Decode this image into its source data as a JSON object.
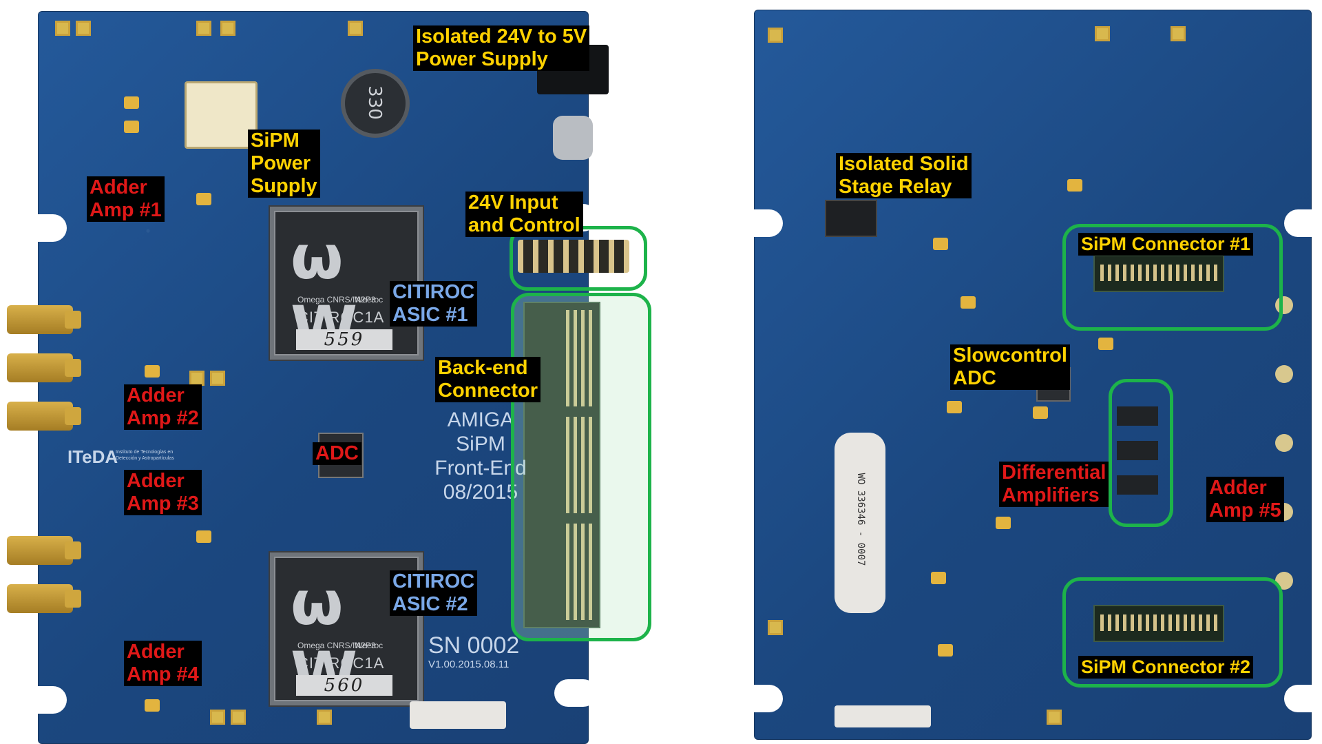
{
  "left_board": {
    "labels": {
      "isolated_ps": [
        "Isolated 24V to 5V",
        "Power Supply"
      ],
      "sipm_ps": [
        "SiPM",
        "Power",
        "Supply"
      ],
      "input_control": [
        "24V Input",
        "and Control"
      ],
      "backend": [
        "Back-end",
        "Connector"
      ],
      "citiroc1": [
        "CITIROC",
        "ASIC #1"
      ],
      "citiroc2": [
        "CITIROC",
        "ASIC #2"
      ],
      "adc": [
        "ADC"
      ],
      "adder1": [
        "Adder",
        "Amp #1"
      ],
      "adder2": [
        "Adder",
        "Amp #2"
      ],
      "adder3": [
        "Adder",
        "Amp #3"
      ],
      "adder4": [
        "Adder",
        "Amp #4"
      ]
    },
    "chip1": {
      "brand": "ω W",
      "omega": "Omega CNRS/IN2P3",
      "weeroc": "Weeroc",
      "name": "CITIROC1A",
      "serial": "559"
    },
    "chip2": {
      "brand": "ω W",
      "omega": "Omega CNRS/IN2P3",
      "weeroc": "Weeroc",
      "name": "CITIROC1A",
      "serial": "560"
    },
    "silkscreen": {
      "title": [
        "AMIGA",
        "SiPM",
        "Front-End",
        "08/2015"
      ],
      "sn": "SN 0002",
      "version": "V1.00.2015.08.11",
      "iteda": "ITeDA",
      "iteda_sub": "Instituto de Tecnologías en Detección y Astropartículas",
      "inductor": "330"
    }
  },
  "right_board": {
    "labels": {
      "relay": [
        "Isolated Solid",
        "Stage Relay"
      ],
      "slowcontrol": [
        "Slowcontrol",
        "ADC"
      ],
      "diff": [
        "Differential",
        "Amplifiers"
      ],
      "adder5": [
        "Adder",
        "Amp #5"
      ],
      "sipm1": [
        "SiPM Connector #1"
      ],
      "sipm2": [
        "SiPM Connector #2"
      ]
    },
    "silkscreen": {
      "sticker_code": "WO 336346 - 0007"
    }
  },
  "colors": {
    "label_yellow": "#ffd200",
    "label_red": "#e01818",
    "label_blue": "#7aa8e8",
    "highlight_green": "#1db34a",
    "pcb_blue": "#1f4f8c"
  }
}
